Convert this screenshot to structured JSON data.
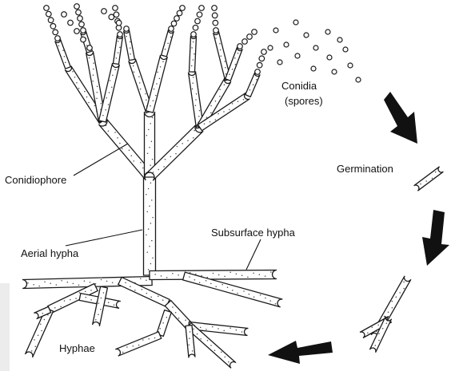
{
  "labels": {
    "conidia": "Conidia",
    "spores": "(spores)",
    "germination": "Germination",
    "conidiophore": "Conidiophore",
    "aerial_hypha": "Aerial hypha",
    "subsurface_hypha": "Subsurface hypha",
    "hyphae": "Hyphae"
  },
  "colors": {
    "ink": "#111111",
    "background": "#ffffff"
  }
}
